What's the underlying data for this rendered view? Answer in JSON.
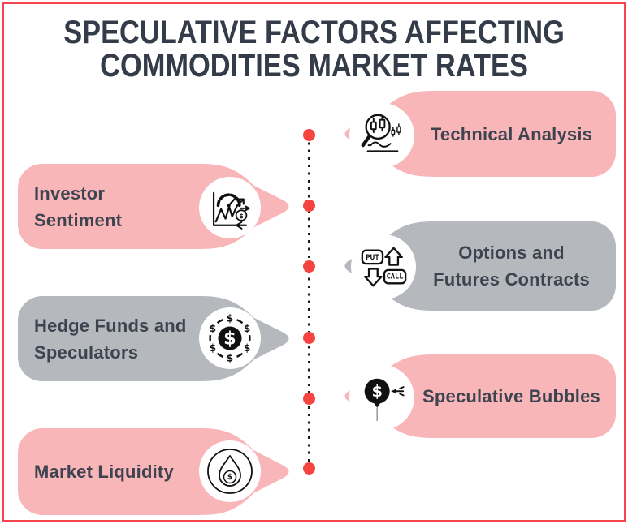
{
  "title": {
    "line1": "SPECULATIVE FACTORS AFFECTING",
    "line2": "COMMODITIES MARKET RATES",
    "color": "#343b49"
  },
  "palette": {
    "pink": "#f9b6b9",
    "gray": "#b5b8bc",
    "label_text": "#3d4450",
    "red_dot": "#f64440",
    "dotted_line": "#1b1b1b",
    "frame_border": "#f8444e",
    "icon_ink": "#111111"
  },
  "timeline": {
    "dot_count": 6
  },
  "factors": {
    "left": [
      {
        "label_line1": "Investor",
        "label_line2": "Sentiment",
        "variant": "pink",
        "icon": "sentiment-gauge-chart-icon"
      },
      {
        "label_line1": "Hedge Funds and",
        "label_line2": "Speculators",
        "variant": "gray",
        "icon": "dollar-ring-icon"
      },
      {
        "label_line1": "Market Liquidity",
        "label_line2": "",
        "variant": "pink",
        "icon": "liquidity-drop-icon"
      }
    ],
    "right": [
      {
        "label_line1": "Technical Analysis",
        "label_line2": "",
        "variant": "pink",
        "icon": "magnifier-candlestick-icon"
      },
      {
        "label_line1": "Options and",
        "label_line2": "Futures Contracts",
        "variant": "gray",
        "icon": "put-call-arrows-icon"
      },
      {
        "label_line1": "Speculative Bubbles",
        "label_line2": "",
        "variant": "pink",
        "icon": "dollar-balloon-dart-icon"
      }
    ]
  },
  "icon_text": {
    "put": "PUT",
    "call": "CALL"
  },
  "glyphs": {
    "dollar": "$"
  }
}
